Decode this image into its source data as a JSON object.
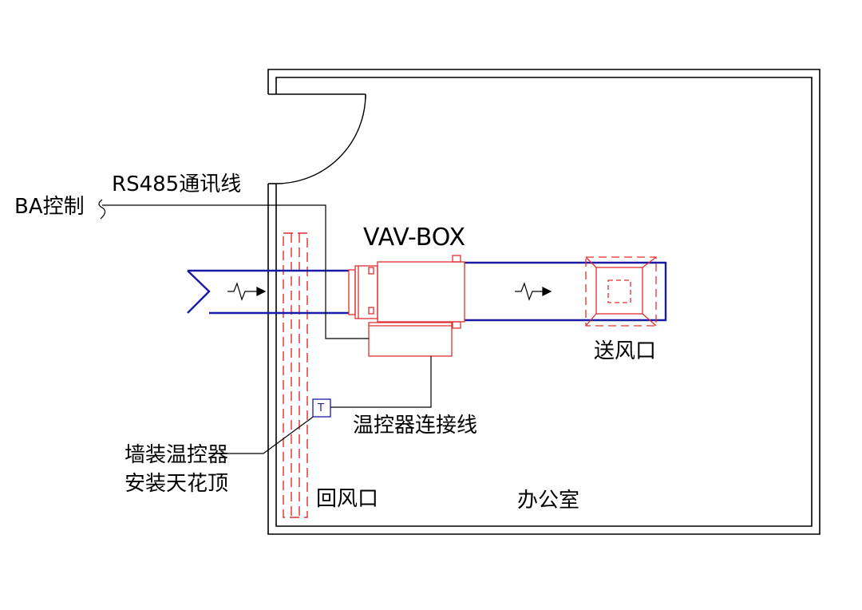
{
  "labels": {
    "rs485": "RS485通讯线",
    "ba_control": "BA控制",
    "vav_box": "VAV-BOX",
    "supply_outlet": "送风口",
    "thermostat_wire": "温控器连接线",
    "wall_thermostat_line1": "墙装温控器",
    "wall_thermostat_line2": "安装天花顶",
    "return_outlet": "回风口",
    "office": "办公室",
    "thermostat_symbol": "T"
  },
  "colors": {
    "wall": "#000000",
    "duct": "#1a1aa8",
    "equipment": "#e03030",
    "wire": "#000000"
  }
}
